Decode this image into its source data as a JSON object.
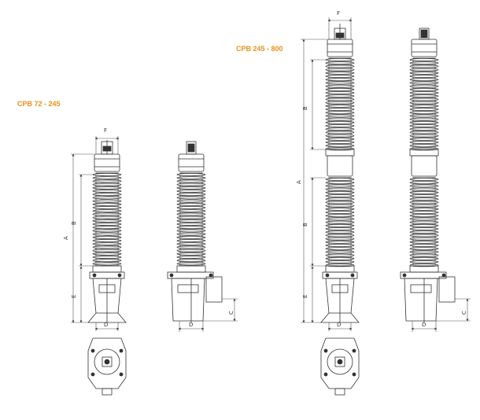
{
  "labels": {
    "cpb_small": "CPB 72 - 245",
    "cpb_large": "CPB 245 - 800"
  },
  "dims": {
    "A": "A",
    "B": "B",
    "C": "C",
    "D": "D",
    "E": "E",
    "F": "F"
  },
  "colors": {
    "accent": "#e8901c",
    "line": "#3a3a3a"
  }
}
